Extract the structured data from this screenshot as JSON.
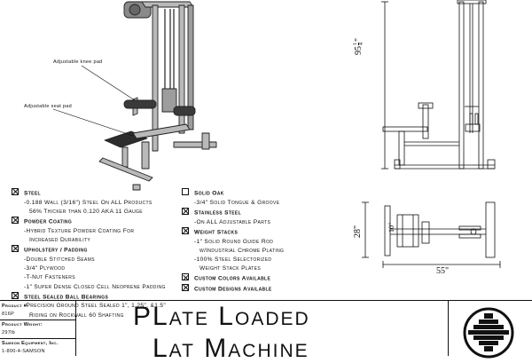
{
  "callouts": {
    "knee_pad": "Adjustable knee pad",
    "seat_pad": "Adjustable seat pad"
  },
  "dimensions": {
    "height_whole": "95",
    "height_num": "1",
    "height_den": "4",
    "height_unit": "\"",
    "depth": "28\"",
    "width": "55\"",
    "seat_width": "10\""
  },
  "specs_left": [
    {
      "label": "Steel",
      "checked": true,
      "lines": [
        "-0.188 Wall (3/16\") Steel On ALL Products",
        "56% Thicker than 0.120 AKA 11 Gauge"
      ]
    },
    {
      "label": "Powder Coating",
      "checked": true,
      "lines": [
        "-Hybrid Texture Powder Coating For",
        "Increased Durability"
      ]
    },
    {
      "label": "Upholstery / Padding",
      "checked": true,
      "lines": [
        "-Double Stitched Seams",
        "-3/4\" Plywood",
        "-T-Nut Fasteners",
        "-1\" Super Dense Closed Cell Neoprene Padding"
      ]
    },
    {
      "label": "Steel Sealed Ball Bearings",
      "checked": true,
      "lines": [
        "-Precision Ground Steel Sealed 1\", 1.25\", &1.5\"",
        "Riding on Rockwall 60 Shafting"
      ]
    }
  ],
  "specs_right": [
    {
      "label": "Solid Oak",
      "checked": false,
      "lines": [
        "-3/4\" Solid Tongue & Groove"
      ]
    },
    {
      "label": "Stainless Steel",
      "checked": true,
      "lines": [
        "-On ALL Adjustable Parts"
      ]
    },
    {
      "label": "Weight Stacks",
      "checked": true,
      "lines": [
        "-1\" Solid Round Guide Rod",
        "w/Industrial Chrome Plating",
        "-100% Steel Selectorized",
        "Weight Stack Plates"
      ]
    },
    {
      "label": "Custom Colors Available",
      "checked": true,
      "lines": []
    },
    {
      "label": "Custom Designs Available",
      "checked": true,
      "lines": []
    }
  ],
  "title_block": {
    "product_label": "Product #",
    "product_value": "816P",
    "weight_label": "Product Weight:",
    "weight_value": "297lb",
    "company_name": "Samson Equipment, Inc.",
    "company_phone": "1-800-4-SAMSON",
    "title_line1": "PLate Loaded",
    "title_line2": "Lat Machine"
  }
}
